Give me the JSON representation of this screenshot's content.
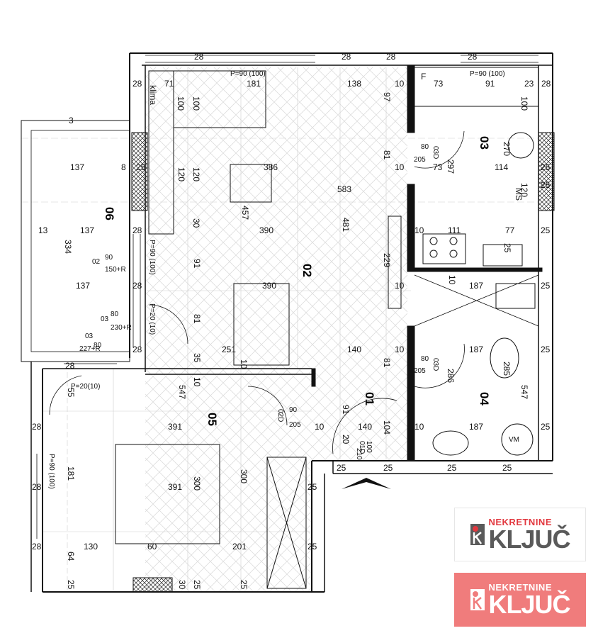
{
  "rooms": [
    {
      "id": "01"
    },
    {
      "id": "02"
    },
    {
      "id": "03"
    },
    {
      "id": "04"
    },
    {
      "id": "05"
    },
    {
      "id": "06"
    }
  ],
  "notes": {
    "klima": "klima",
    "ms": "MS",
    "vm": "VM",
    "f": "F"
  },
  "openings": {
    "top_left_window": "P=90 (100)",
    "top_right_window": "P=90 (100)",
    "west_window_1": "P=90 (100)",
    "west_window_2": "P=20 (10)",
    "bedroom_window_small": "P=20(10)",
    "bedroom_window_large": "P=90 (100)",
    "window_02_width": "90",
    "window_02_size": "150+R",
    "window_02_tag": "02",
    "window_03_width": "80",
    "window_03_size": "230+R",
    "window_03_tag": "03",
    "door_03b_width": "80",
    "door_03b_height": "227+R",
    "door_03b_tag": "03",
    "door_bath_width": "80",
    "door_bath_height": "205",
    "door_bath_tag": "03D",
    "door_wc_width": "80",
    "door_wc_height": "205",
    "door_wc_tag": "03D",
    "door_bed_width": "90",
    "door_bed_height": "205",
    "door_bed_tag": "02D",
    "door_entry_tag": "01D",
    "door_entry_width": "100",
    "door_entry_height": "210"
  },
  "dimensions": {
    "top_28a": "28",
    "top_28b": "28",
    "top_28c": "28",
    "top_28d": "28",
    "r_71": "71",
    "r_181": "181",
    "r_138": "138",
    "r_10a": "10",
    "r_73a": "73",
    "r_91": "91",
    "r_23": "23",
    "r_28_left": "28",
    "r_28_right": "28",
    "v_100a": "100",
    "v_100b": "100",
    "v_97": "97",
    "v_100c": "100",
    "r_137a": "137",
    "r_8": "8",
    "r_25a": "25",
    "r_120a": "120",
    "r_120b": "120",
    "r_386": "386",
    "r_81a": "81",
    "r_10b": "10",
    "r_205a": "205",
    "r_73b": "73",
    "r_297": "297",
    "r_114": "114",
    "r_25b": "25",
    "r_270": "270",
    "r_80a": "80",
    "r_583": "583",
    "r_457": "457",
    "r_481": "481",
    "r_120c": "120",
    "r_13": "13",
    "r_137b": "137",
    "r_28e": "28",
    "r_30a": "30",
    "r_390a": "390",
    "r_10c": "10",
    "r_111": "111",
    "r_77": "77",
    "r_25c": "25",
    "r_334": "334",
    "r_229": "229",
    "r_25d": "25",
    "r_91b": "91",
    "r_137c": "137",
    "r_28f": "28",
    "r_390b": "390",
    "r_10d": "10",
    "r_187a": "187",
    "r_25e": "25",
    "r_10e": "10",
    "r_81b": "81",
    "r_28g": "28",
    "r_35": "35",
    "r_251": "251",
    "r_140a": "140",
    "r_10f": "10",
    "r_187b": "187",
    "r_25f": "25",
    "r_81c": "81",
    "r_10g": "10",
    "r_286": "286",
    "r_285": "285",
    "r_28h": "28",
    "r_55": "55",
    "r_547a": "547",
    "r_10h": "10",
    "r_547b": "547",
    "r_91c": "91",
    "r_28i": "28",
    "r_391a": "391",
    "r_10i": "10",
    "r_140b": "140",
    "r_104": "104",
    "r_10j": "10",
    "r_187c": "187",
    "r_25g": "25",
    "r_20": "20",
    "r_181b": "181",
    "r_28j": "28",
    "r_391b": "391",
    "r_300a": "300",
    "r_300b": "300",
    "r_25h": "25",
    "r_25i": "25",
    "r_25j": "25",
    "r_25k": "25",
    "r_25l": "25",
    "r_28k": "28",
    "r_130": "130",
    "r_60": "60",
    "r_201": "201",
    "r_25m": "25",
    "r_64": "64",
    "r_25n": "25",
    "r_30b": "30",
    "r_25o": "25",
    "r_25p": "25",
    "r_3": "3",
    "r_10k": "10",
    "r_25q": "25",
    "r_25r": "25"
  },
  "logos": [
    {
      "top": "NEKRETNINE",
      "main": "KLJUČ"
    },
    {
      "top": "NEKRETNINE",
      "main": "KLJUČ"
    }
  ],
  "colors": {
    "wall": "#111111",
    "brand_red": "#e2383f",
    "brand_gray": "#5a5a5a",
    "logo_red_bg": "#f07c7c"
  }
}
